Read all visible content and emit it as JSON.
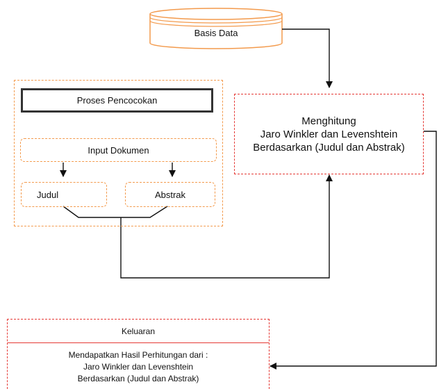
{
  "database": {
    "label": "Basis Data"
  },
  "matching_process": {
    "title": "Proses Pencocokan",
    "input": "Input Dokumen",
    "title_field": "Judul",
    "abstract_field": "Abstrak"
  },
  "compute": {
    "line1": "Menghitung",
    "line2": "Jaro Winkler dan Levenshtein",
    "line3": "Berdasarkan (Judul dan Abstrak)"
  },
  "output": {
    "header": "Keluaran",
    "line1": "Mendapatkan Hasil Perhitungan dari :",
    "line2": "Jaro Winkler dan Levenshtein",
    "line3": "Berdasarkan (Judul dan Abstrak)"
  },
  "colors": {
    "orange": "#F39A4C",
    "red": "#E53935",
    "dark": "#333333",
    "line": "#111111"
  }
}
